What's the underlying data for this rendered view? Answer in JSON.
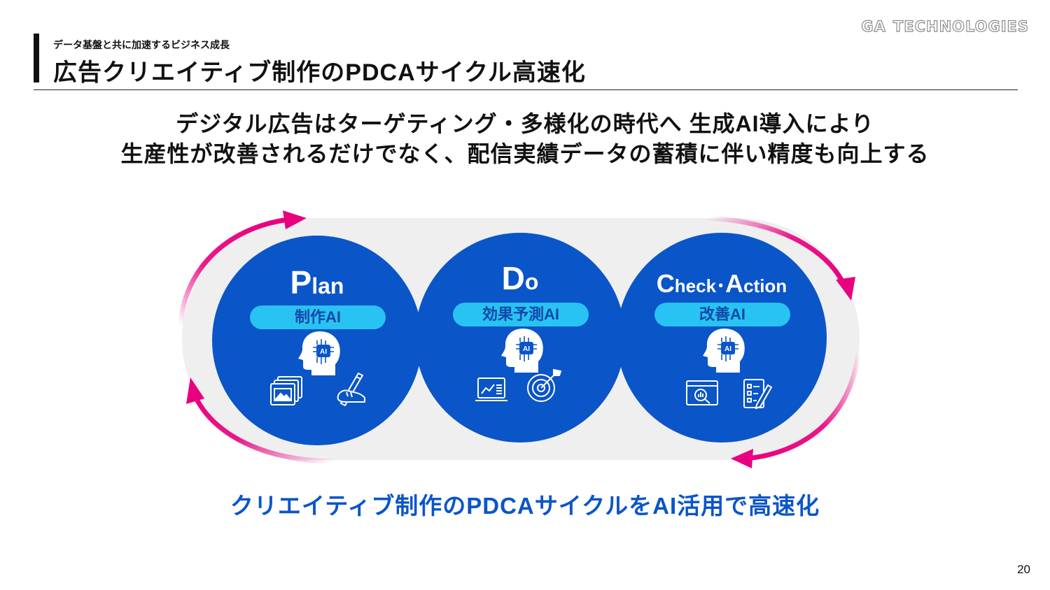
{
  "header": {
    "kicker": "データ基盤と共に加速するビジネス成長",
    "title": "広告クリエイティブ制作のPDCAサイクル高速化",
    "logo_left": "GA",
    "logo_right": "TECHNOLOGIES"
  },
  "lead": {
    "line1": "デジタル広告はターゲティング・多様化の時代へ  生成AI導入により",
    "line2": "生産性が改善されるだけでなく、配信実績データの蓄積に伴い精度も向上する"
  },
  "cycle": {
    "plan": {
      "big": "P",
      "rest": "lan",
      "pill": "制作AI",
      "head_badge": "AI"
    },
    "do": {
      "big": "D",
      "rest": "o",
      "pill": "効果予測AI",
      "head_badge": "AI"
    },
    "check": {
      "big1": "C",
      "rest1": "heck",
      "sep": "･",
      "big2": "A",
      "rest2": "ction",
      "pill": "改善AI",
      "head_badge": "AI"
    }
  },
  "tagline": "クリエイティブ制作のPDCAサイクルをAI活用で高速化",
  "page_number": "20",
  "colors": {
    "circle_blue": "#0a55c8",
    "pill_cyan": "#28c3f2",
    "arrow_magenta": "#e8007f",
    "band_gray": "#efefef"
  },
  "icons": {
    "plan": [
      "images-icon",
      "hand-writing-icon"
    ],
    "do": [
      "chart-laptop-icon",
      "target-icon"
    ],
    "check": [
      "analytics-window-icon",
      "checklist-edit-icon"
    ]
  }
}
